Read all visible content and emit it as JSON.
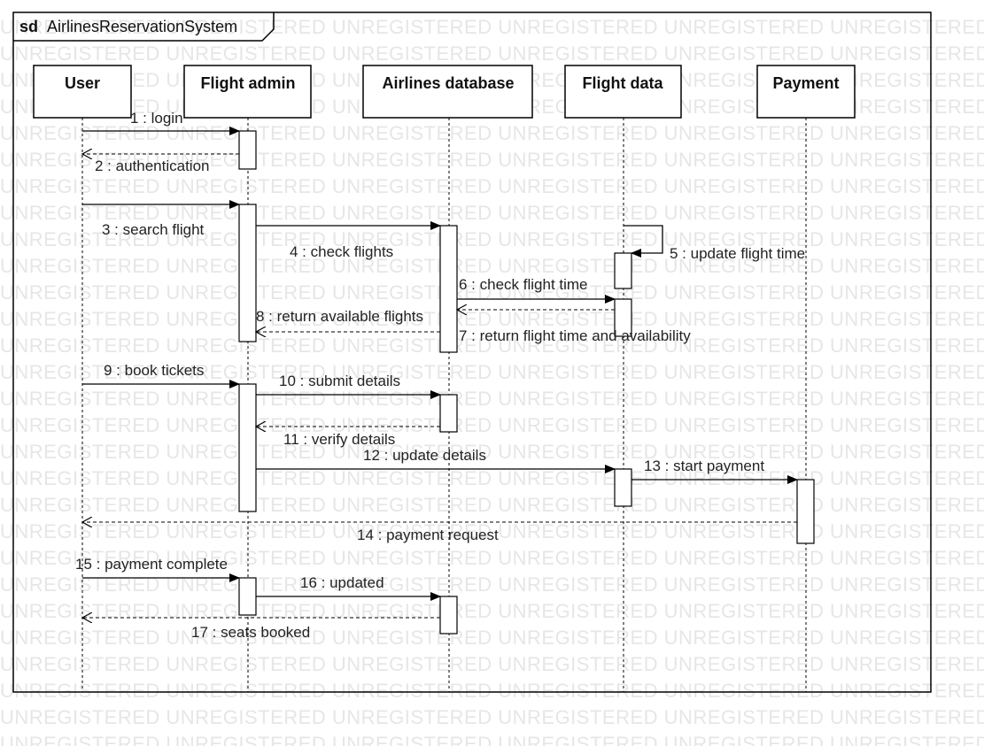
{
  "watermark": "UNREGISTERED",
  "frame": {
    "keyword": "sd",
    "name": "AirlinesReservationSystem"
  },
  "participants": [
    {
      "id": "user",
      "label": "User"
    },
    {
      "id": "admin",
      "label": "Flight admin"
    },
    {
      "id": "db",
      "label": "Airlines database"
    },
    {
      "id": "fdata",
      "label": "Flight data"
    },
    {
      "id": "pay",
      "label": "Payment"
    }
  ],
  "messages": [
    {
      "n": 1,
      "label": "1 : login",
      "from": "user",
      "to": "admin",
      "kind": "sync"
    },
    {
      "n": 2,
      "label": "2 : authentication",
      "from": "admin",
      "to": "user",
      "kind": "return"
    },
    {
      "n": 3,
      "label": "3 : search flight",
      "from": "user",
      "to": "admin",
      "kind": "sync"
    },
    {
      "n": 4,
      "label": "4 : check flights",
      "from": "admin",
      "to": "db",
      "kind": "sync"
    },
    {
      "n": 5,
      "label": "5 : update flight time",
      "from": "fdata",
      "to": "fdata",
      "kind": "self"
    },
    {
      "n": 6,
      "label": "6 : check flight time",
      "from": "db",
      "to": "fdata",
      "kind": "sync"
    },
    {
      "n": 7,
      "label": "7 : return flight time and availability",
      "from": "fdata",
      "to": "db",
      "kind": "return"
    },
    {
      "n": 8,
      "label": "8 : return available flights",
      "from": "db",
      "to": "admin",
      "kind": "return"
    },
    {
      "n": 9,
      "label": "9 : book tickets",
      "from": "user",
      "to": "admin",
      "kind": "sync"
    },
    {
      "n": 10,
      "label": "10 : submit details",
      "from": "admin",
      "to": "db",
      "kind": "sync"
    },
    {
      "n": 11,
      "label": "11 : verify details",
      "from": "db",
      "to": "admin",
      "kind": "return"
    },
    {
      "n": 12,
      "label": "12 : update details",
      "from": "admin",
      "to": "fdata",
      "kind": "sync"
    },
    {
      "n": 13,
      "label": "13 : start payment",
      "from": "fdata",
      "to": "pay",
      "kind": "sync"
    },
    {
      "n": 14,
      "label": "14 : payment request",
      "from": "pay",
      "to": "user",
      "kind": "return"
    },
    {
      "n": 15,
      "label": "15 : payment complete",
      "from": "user",
      "to": "admin",
      "kind": "sync"
    },
    {
      "n": 16,
      "label": "16 : updated",
      "from": "admin",
      "to": "db",
      "kind": "sync"
    },
    {
      "n": 17,
      "label": "17 : seats booked",
      "from": "db",
      "to": "user",
      "kind": "return"
    }
  ]
}
